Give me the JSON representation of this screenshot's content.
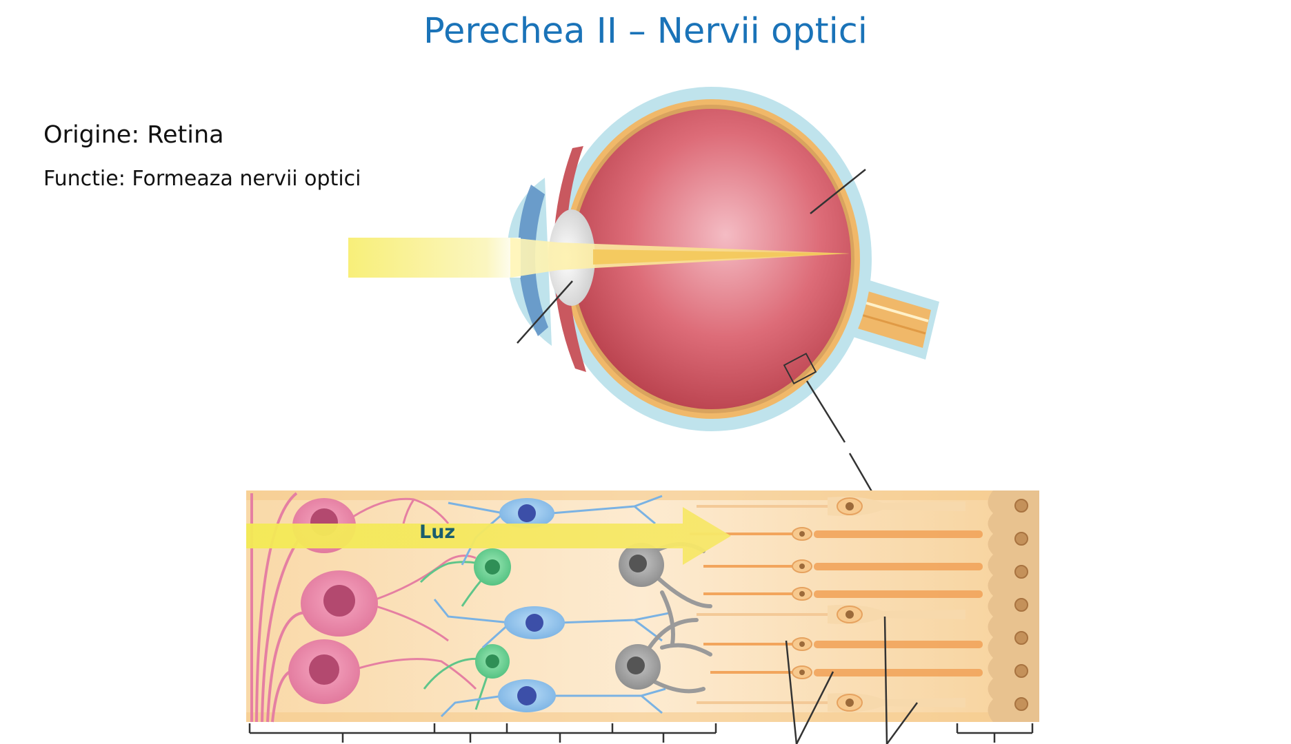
{
  "slide": {
    "title": "Perechea II – Nervii optici",
    "origin": "Origine: Retina",
    "function": "Functie: Formeaza nervii optici"
  },
  "diagram": {
    "arrow_label": "Luz",
    "colors": {
      "eyeball": "#d8626e",
      "sclera": "#bfe3ec",
      "choroid": "#f0b869",
      "light": "#f7ef76",
      "retina_bg": "#fbe6c4",
      "ganglion": "#e57fa2",
      "amacrine": "#5fc58a",
      "bipolar": "#7ab2e3",
      "horizontal": "#9a9a9a",
      "photoreceptor": "#f2a55c"
    }
  }
}
